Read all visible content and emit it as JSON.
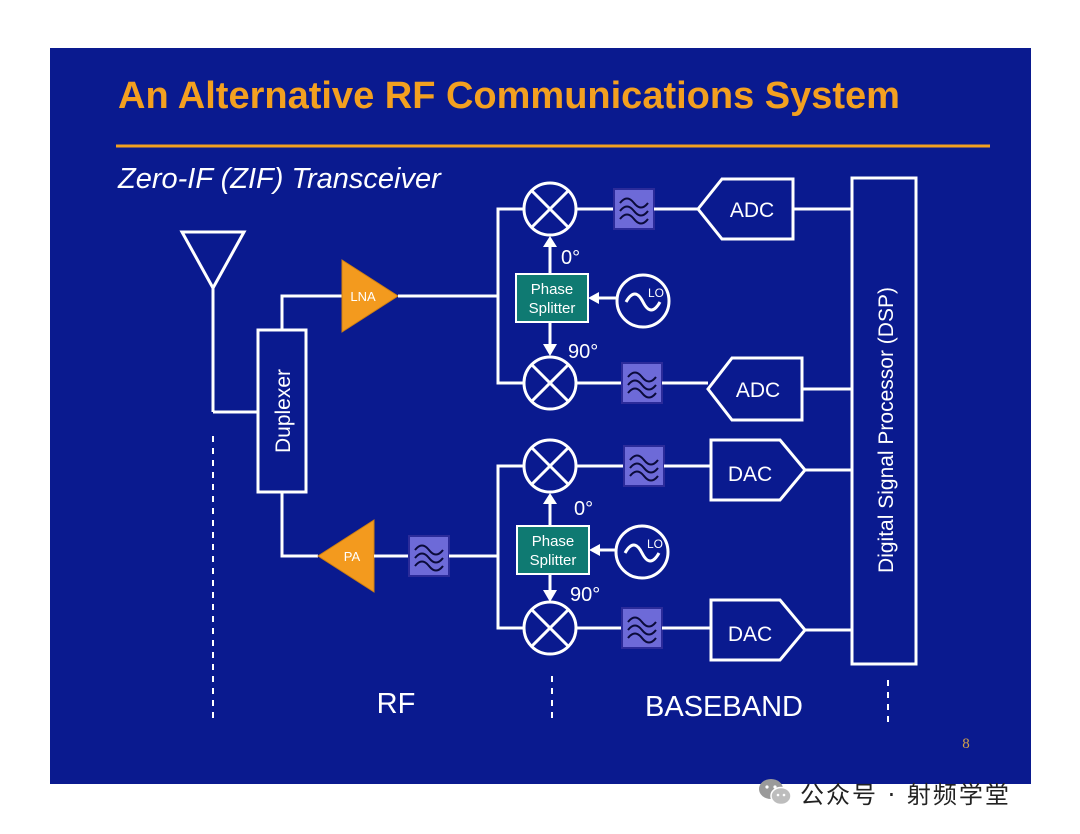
{
  "slide": {
    "title": "An Alternative RF Communications System",
    "subtitle": "Zero-IF (ZIF) Transceiver",
    "page_number": "8"
  },
  "blocks": {
    "lna": "LNA",
    "pa": "PA",
    "duplexer": "Duplexer",
    "phase_splitter_line1": "Phase",
    "phase_splitter_line2": "Splitter",
    "lo": "LO",
    "adc": "ADC",
    "dac": "DAC",
    "dsp": "Digital Signal Processor (DSP)"
  },
  "phase_labels": {
    "zero": "0°",
    "ninety": "90°"
  },
  "regions": {
    "rf": "RF",
    "baseband": "BASEBAND"
  },
  "watermark": {
    "text": "公众号 · 射频学堂"
  },
  "colors": {
    "slide_bg": "#0a1a8f",
    "title": "#f3a020",
    "amplifier": "#f39a1e",
    "phase_splitter": "#0f7a72",
    "filter": "#6d6ad8"
  }
}
